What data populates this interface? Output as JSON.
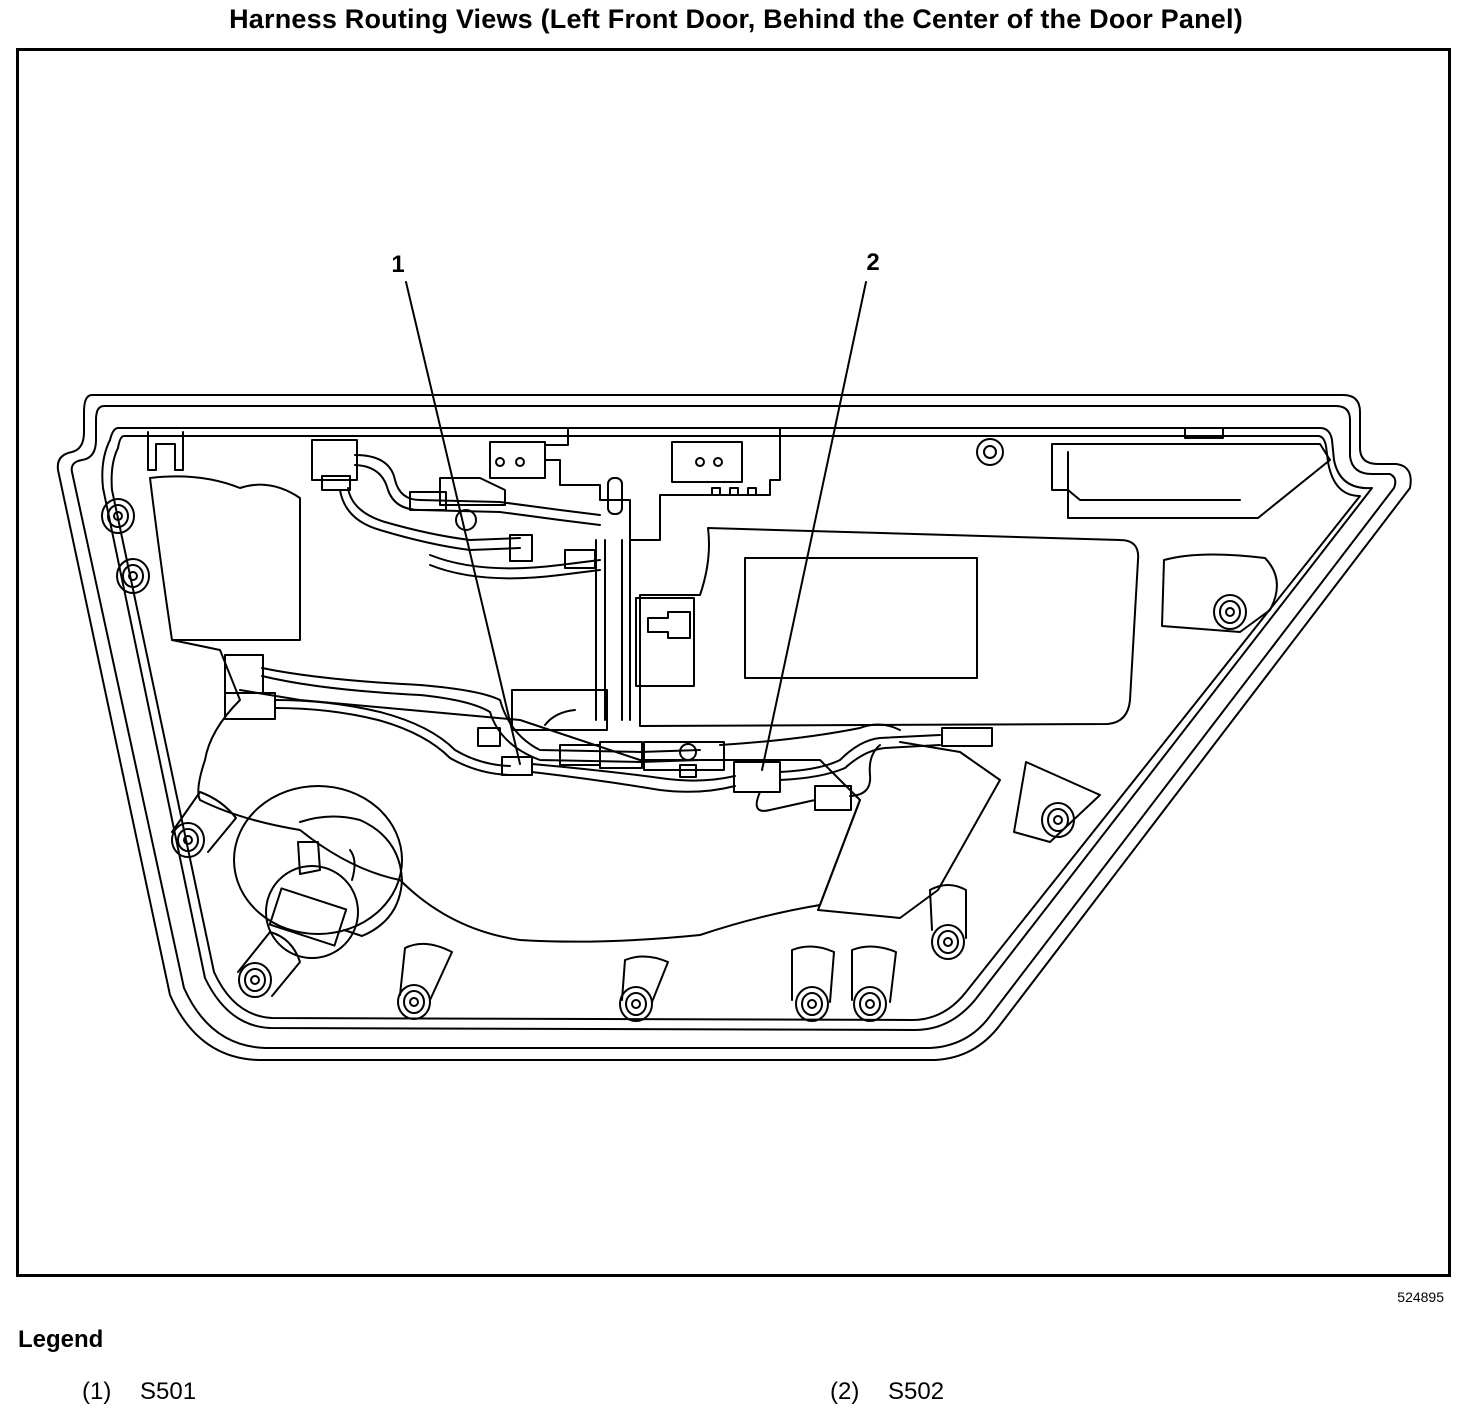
{
  "title": "Harness Routing Views (Left Front Door, Behind the Center of the Door Panel)",
  "figure_id": "524895",
  "callouts": [
    {
      "label": "1"
    },
    {
      "label": "2"
    }
  ],
  "legend": {
    "heading": "Legend",
    "items": [
      {
        "number": "(1)",
        "text": "S501"
      },
      {
        "number": "(2)",
        "text": "S502"
      }
    ]
  }
}
